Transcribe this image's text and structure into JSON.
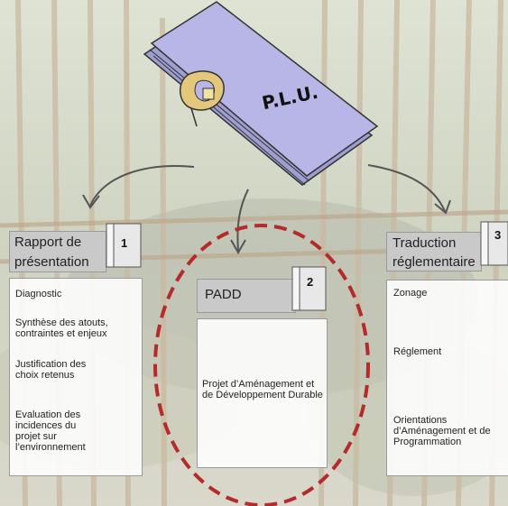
{
  "folder": {
    "label": "P.L.U."
  },
  "sections": [
    {
      "number": "1",
      "title_line1": "Rapport de",
      "title_line2": "présentation",
      "items": [
        "Diagnostic",
        "Synthèse des atouts, contraintes et enjeux",
        "Justification des choix retenus",
        "Evaluation des incidences du projet sur l’environnement"
      ]
    },
    {
      "number": "2",
      "title_line1": "PADD",
      "items": [
        "Projet d’Aménagement et de Développement Durable"
      ]
    },
    {
      "number": "3",
      "title_line1": "Traduction",
      "title_line2": "réglementaire",
      "items": [
        "Zonage",
        "Réglement",
        "Orientations d’Aménagement et de Programmation"
      ]
    }
  ],
  "colors": {
    "highlight_ellipse": "#b52a2a",
    "folder": "#b7b6e6",
    "header": "#c9c9c9"
  }
}
